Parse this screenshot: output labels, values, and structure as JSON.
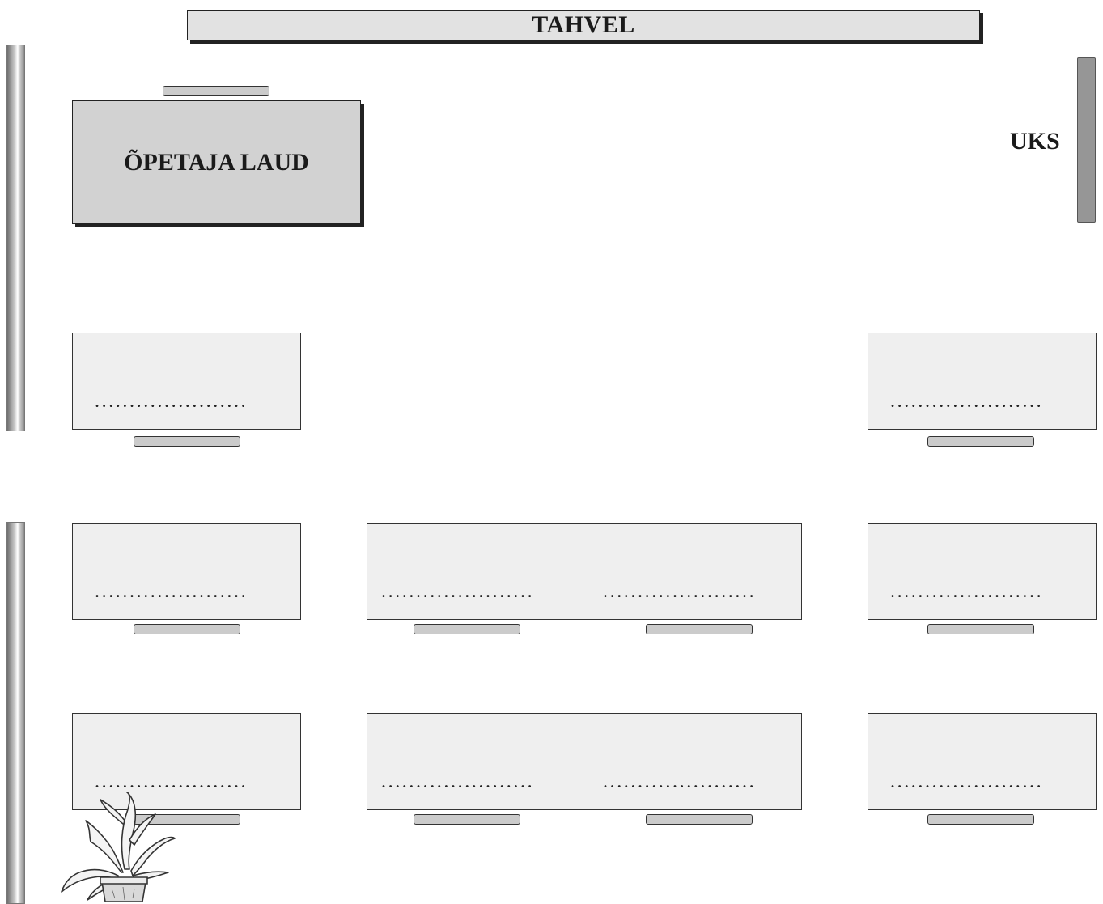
{
  "board": {
    "label": "TAHVEL"
  },
  "teacher_desk": {
    "label": "ÕPETAJA LAUD"
  },
  "door": {
    "label": "UKS"
  },
  "seat_line": "......................",
  "colors": {
    "board": "#e2e2e2",
    "teacher_desk": "#d2d2d2",
    "student_desk": "#efefef",
    "chair": "#cbcbcb",
    "door": "#969696"
  },
  "decor": {
    "plant": "potted-plant-icon"
  }
}
